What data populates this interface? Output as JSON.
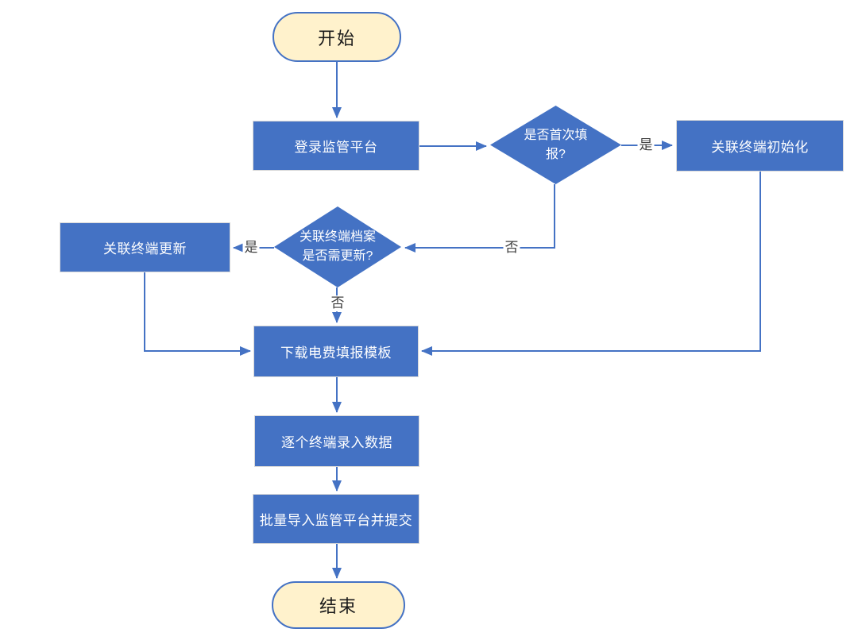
{
  "diagram": {
    "type": "flowchart",
    "colors": {
      "process_fill": "#4472C4",
      "process_border": "#D8D8D8",
      "process_text": "#FFFFFF",
      "decision_fill": "#4472C4",
      "terminal_fill": "#FFF2CC",
      "terminal_border": "#4472C4",
      "terminal_text": "#1A1A1A",
      "connector": "#4472C4",
      "edge_label_text": "#3F3F3F"
    },
    "nodes": {
      "start": {
        "label": "开始",
        "shape": "terminal"
      },
      "login": {
        "label": "登录监管平台",
        "shape": "process"
      },
      "first_time_decision": {
        "label": "是否首次填报?",
        "shape": "decision"
      },
      "terminal_init": {
        "label": "关联终端初始化",
        "shape": "process"
      },
      "archive_update_decision": {
        "label": "关联终端档案是否需更新?",
        "shape": "decision"
      },
      "terminal_update": {
        "label": "关联终端更新",
        "shape": "process"
      },
      "download_template": {
        "label": "下载电费填报模板",
        "shape": "process"
      },
      "enter_data": {
        "label": "逐个终端录入数据",
        "shape": "process"
      },
      "batch_import": {
        "label": "批量导入监管平台并提交",
        "shape": "process"
      },
      "end": {
        "label": "结束",
        "shape": "terminal"
      }
    },
    "edge_labels": {
      "first_time_yes": "是",
      "first_time_no": "否",
      "archive_update_yes": "是",
      "archive_update_no": "否"
    }
  }
}
